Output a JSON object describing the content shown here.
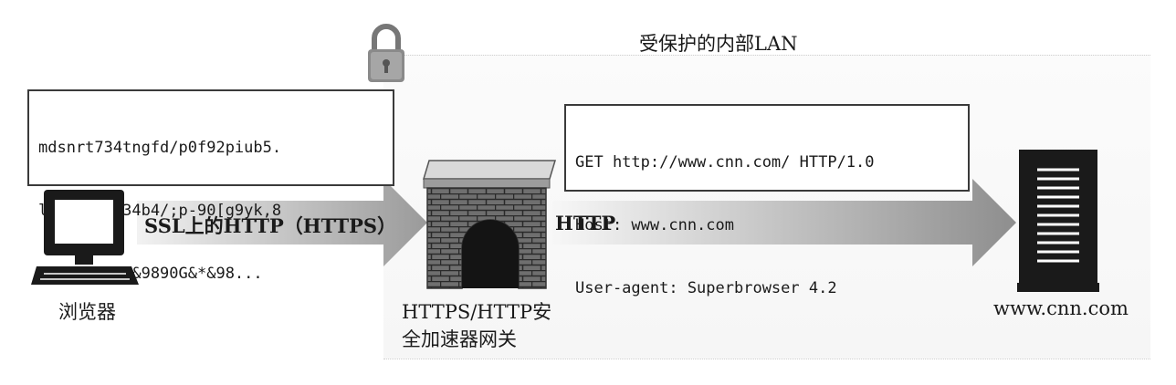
{
  "lan_label": "受保护的内部LAN",
  "browser": {
    "label": "浏览器",
    "ciphertext_lines": [
      "mdsnrt734tngfd/p0f92piub5.",
      "lod9fuo8w34b4/;p-90[g9yk,8",
      "U|t6y6/ $!&9890G&*&98..."
    ]
  },
  "https_arrow_label": "SSL上的HTTP（HTTPS）",
  "gateway": {
    "label_line1": "HTTPS/HTTP安",
    "label_line2": "全加速器网关"
  },
  "http_arrow_label": "HTTP",
  "request": {
    "lines": [
      "GET http://www.cnn.com/ HTTP/1.0",
      "Host: www.cnn.com",
      "User-agent: Superbrowser 4.2"
    ]
  },
  "server": {
    "label": "www.cnn.com"
  }
}
